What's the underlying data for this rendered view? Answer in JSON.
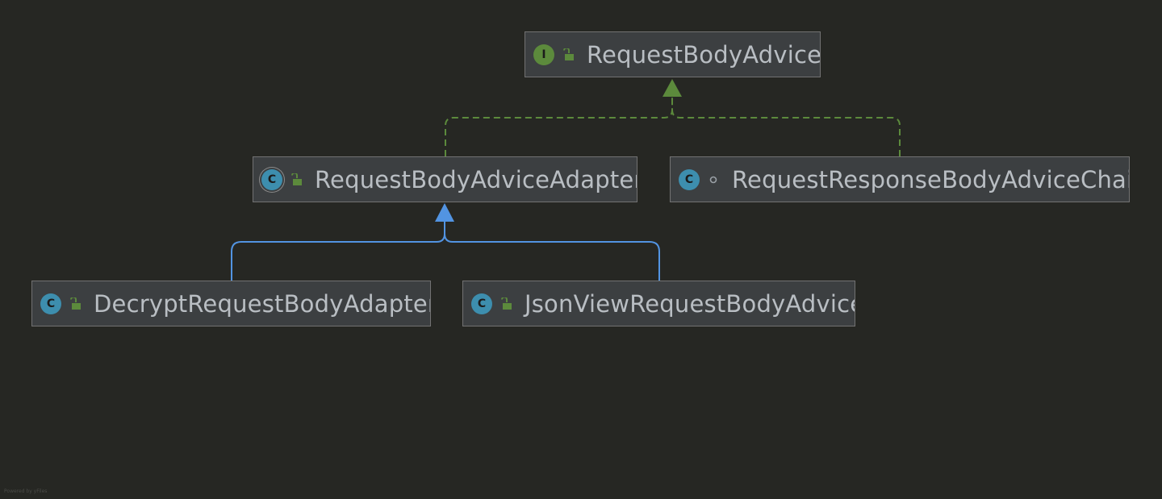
{
  "diagram": {
    "nodes": [
      {
        "id": "n1",
        "kind": "interface",
        "kind_letter": "I",
        "visibility": "public-lock-icon",
        "label": "RequestBodyAdvice"
      },
      {
        "id": "n2",
        "kind": "abstract",
        "kind_letter": "C",
        "visibility": "public-lock-icon",
        "label": "RequestBodyAdviceAdapter"
      },
      {
        "id": "n3",
        "kind": "class",
        "kind_letter": "C",
        "visibility": "package-private-dot-icon",
        "label": "RequestResponseBodyAdviceChain"
      },
      {
        "id": "n4",
        "kind": "class",
        "kind_letter": "C",
        "visibility": "public-lock-icon",
        "label": "DecryptRequestBodyAdapter"
      },
      {
        "id": "n5",
        "kind": "class",
        "kind_letter": "C",
        "visibility": "public-lock-icon",
        "label": "JsonViewRequestBodyAdvice"
      }
    ],
    "edges": [
      {
        "from": "n2",
        "to": "n1",
        "type": "implements",
        "color": "#5c8a3c"
      },
      {
        "from": "n3",
        "to": "n1",
        "type": "implements",
        "color": "#5c8a3c"
      },
      {
        "from": "n4",
        "to": "n2",
        "type": "extends",
        "color": "#5294e2"
      },
      {
        "from": "n5",
        "to": "n2",
        "type": "extends",
        "color": "#5294e2"
      }
    ],
    "watermark": "Powered by yFiles"
  },
  "colors": {
    "background": "#262723",
    "node_fill": "#3c3f41",
    "node_border": "#727272",
    "label": "#b9bec3",
    "interface_icon": "#5c8a3c",
    "class_icon": "#3d8eae",
    "implements_edge": "#5c8a3c",
    "extends_edge": "#5294e2"
  }
}
